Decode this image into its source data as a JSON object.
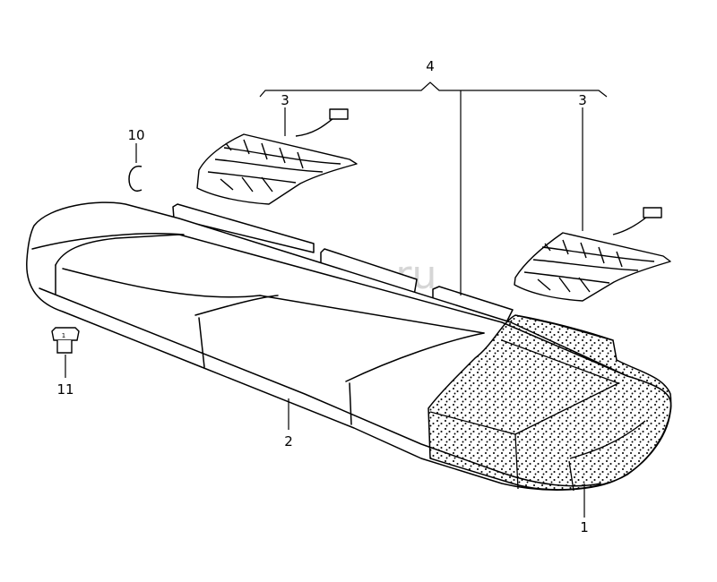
{
  "watermark": "vagtec.ru",
  "callouts": {
    "part_1": "1",
    "part_2": "2",
    "part_3_left": "3",
    "part_3_right": "3",
    "part_4": "4",
    "part_10": "10",
    "part_11": "11"
  },
  "clip_marking": "1",
  "colors": {
    "line": "#000000",
    "background": "#ffffff",
    "watermark": "#d6d6d6"
  }
}
